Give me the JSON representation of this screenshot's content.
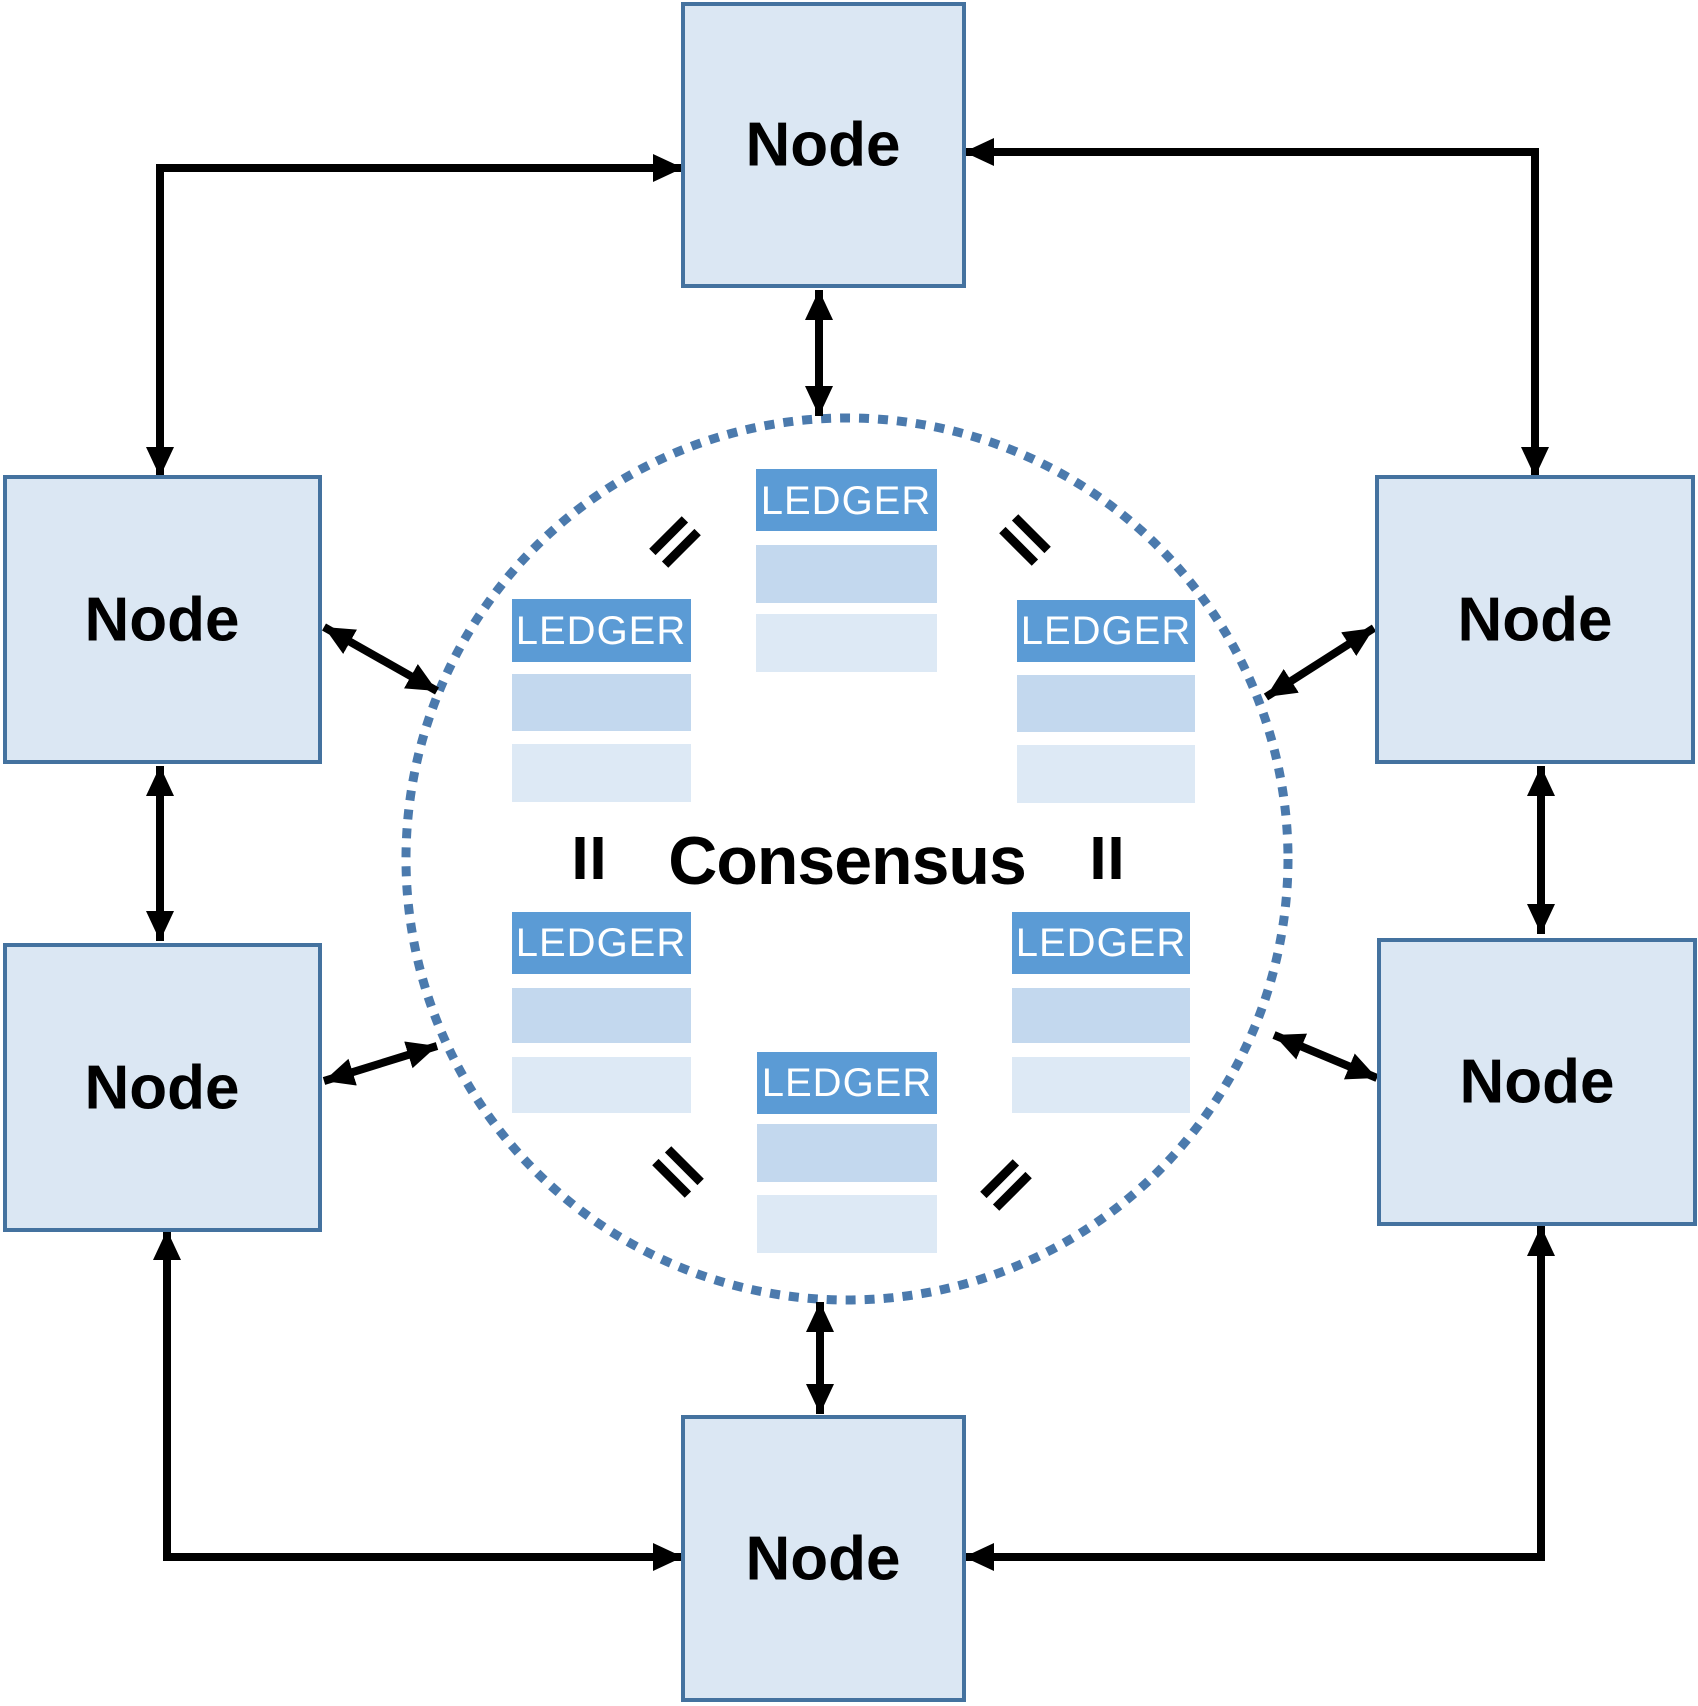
{
  "diagram": {
    "type": "blockchain-consensus-network",
    "consensus_label": "Consensus",
    "node_count": 6,
    "ledger_count": 6,
    "nodes": [
      {
        "position": "top",
        "label": "Node"
      },
      {
        "position": "left-upper",
        "label": "Node"
      },
      {
        "position": "left-lower",
        "label": "Node"
      },
      {
        "position": "right-upper",
        "label": "Node"
      },
      {
        "position": "right-lower",
        "label": "Node"
      },
      {
        "position": "bottom",
        "label": "Node"
      }
    ],
    "ledgers": [
      {
        "position": "top-center",
        "label": "LEDGER"
      },
      {
        "position": "upper-left",
        "label": "LEDGER"
      },
      {
        "position": "upper-right",
        "label": "LEDGER"
      },
      {
        "position": "lower-left",
        "label": "LEDGER"
      },
      {
        "position": "lower-right",
        "label": "LEDGER"
      },
      {
        "position": "bottom-center",
        "label": "LEDGER"
      }
    ],
    "equals_symbol": "=",
    "colors": {
      "node_fill": "#dbe7f3",
      "node_border": "#44729f",
      "ledger_header": "#5b9bd5",
      "ledger_row_light": "#c3d8ee",
      "ledger_row_lighter": "#dde9f5",
      "ledger_text": "#ffffff",
      "circle_dots": "#4b7aad",
      "arrow": "#000000",
      "text": "#000000"
    }
  }
}
